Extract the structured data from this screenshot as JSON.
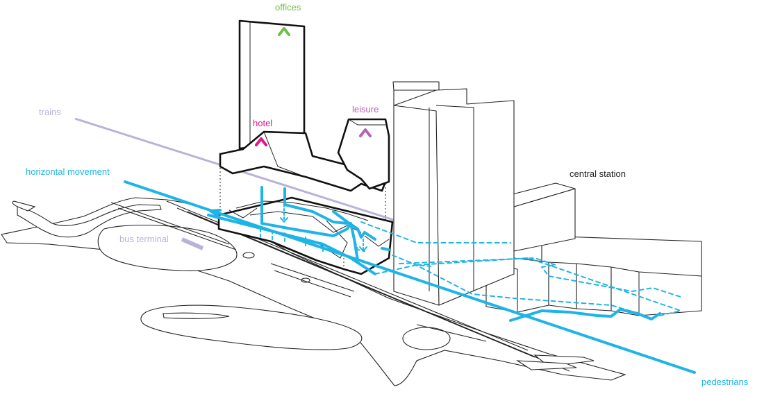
{
  "labels": {
    "offices": "offices",
    "hotel": "hotel",
    "leisure": "leisure",
    "trains": "trains",
    "horizontal_movement": "horizontal movement",
    "central_station": "central station",
    "bus_terminal": "bus terminal",
    "pedestrians": "pedestrians"
  },
  "colors": {
    "offices": "#6cc04a",
    "hotel": "#e0168d",
    "leisure": "#b763b3",
    "trains": "#b8b3d8",
    "pedestrian": "#1eb4e6",
    "line": "#222222",
    "label_dark": "#222222"
  },
  "icons": {
    "arrow_up": "arrow-up-icon",
    "arrow_down": "arrow-down-icon"
  }
}
